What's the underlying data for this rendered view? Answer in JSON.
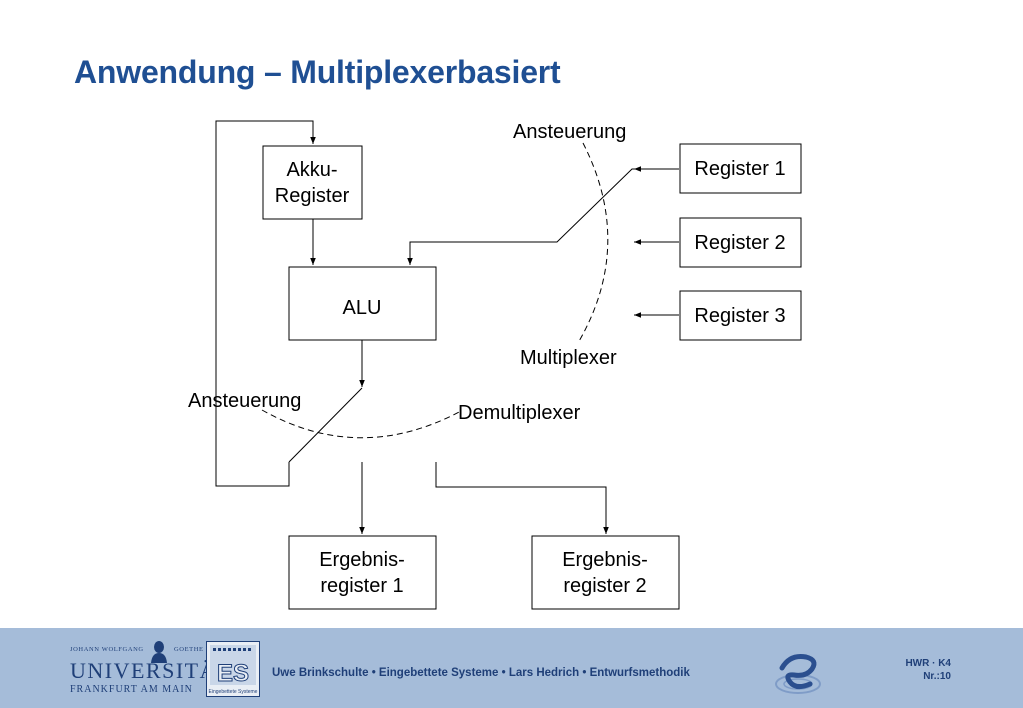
{
  "slide": {
    "title": "Anwendung – Multiplexerbasiert"
  },
  "diagram": {
    "nodes": {
      "akku": {
        "line1": "Akku-",
        "line2": "Register"
      },
      "alu": "ALU",
      "reg1": "Register 1",
      "reg2": "Register 2",
      "reg3": "Register 3",
      "erg1": {
        "line1": "Ergebnis-",
        "line2": "register 1"
      },
      "erg2": {
        "line1": "Ergebnis-",
        "line2": "register 2"
      }
    },
    "labels": {
      "mux_control": "Ansteuerung",
      "mux": "Multiplexer",
      "demux_control": "Ansteuerung",
      "demux": "Demultiplexer"
    }
  },
  "footer": {
    "uni_top_left": "JOHANN WOLFGANG",
    "uni_top_right": "GOETHE",
    "uni_name": "UNIVERSITÄT",
    "uni_city": "FRANKFURT AM MAIN",
    "credits": "Uwe Brinkschulte • Eingebettete Systeme • Lars Hedrich • Entwurfsmethodik",
    "course": "HWR · K4",
    "slide_number": "Nr.:10",
    "logo_es": "ES",
    "logo_es_caption": "Eingebettete Systeme"
  },
  "icons": [
    "goethe-bust-icon",
    "es-logo-icon",
    "swirl-logo-icon"
  ],
  "colors": {
    "title": "#1f4f93",
    "footer_bg": "#a5bcd9",
    "footer_text": "#1f3f78"
  }
}
